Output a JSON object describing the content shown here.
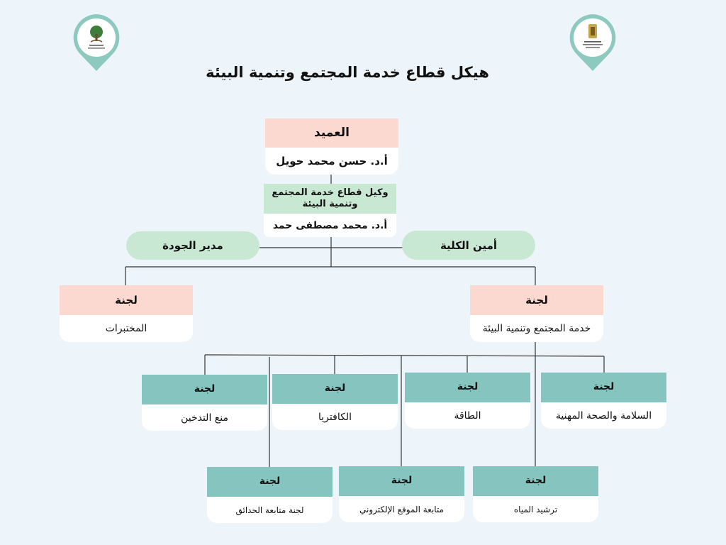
{
  "title": "هيكل قطاع خدمة المجتمع وتنمية البيئة",
  "dean": {
    "label": "العميد",
    "name": "أ.د. حسن محمد حويل"
  },
  "vice_dean": {
    "label": "وكيل قطاع خدمة المجتمع وتنمية البيئة",
    "name": "أ.د. محمد مصطفى حمد"
  },
  "quality_manager": "مدير الجودة",
  "college_secretary": "أمين الكلية",
  "committees": {
    "labs": {
      "label": "لجنة",
      "name": "المختبرات"
    },
    "community_service": {
      "label": "لجنة",
      "name": "خدمة المجتمع وتنمية البيئة"
    },
    "no_smoking": {
      "label": "لجنة",
      "name": "منع التدخين"
    },
    "cafeteria": {
      "label": "لجنة",
      "name": "الكافتريا"
    },
    "energy": {
      "label": "لجنة",
      "name": "الطاقة"
    },
    "safety": {
      "label": "لجنة",
      "name": "السلامة والصحة المهنية"
    },
    "gardens": {
      "label": "لجنة",
      "name": "لجنة متابعة الحدائق"
    },
    "website": {
      "label": "لجنة",
      "name": "متابعة الموقع الإلكتروني"
    },
    "water": {
      "label": "لجنة",
      "name": "ترشيد المياه"
    }
  },
  "colors": {
    "accent_pink": "#fcd9d0",
    "accent_green": "#c9e8d3",
    "accent_teal": "#86c5bf",
    "logo_ring": "#8ec9c0"
  }
}
